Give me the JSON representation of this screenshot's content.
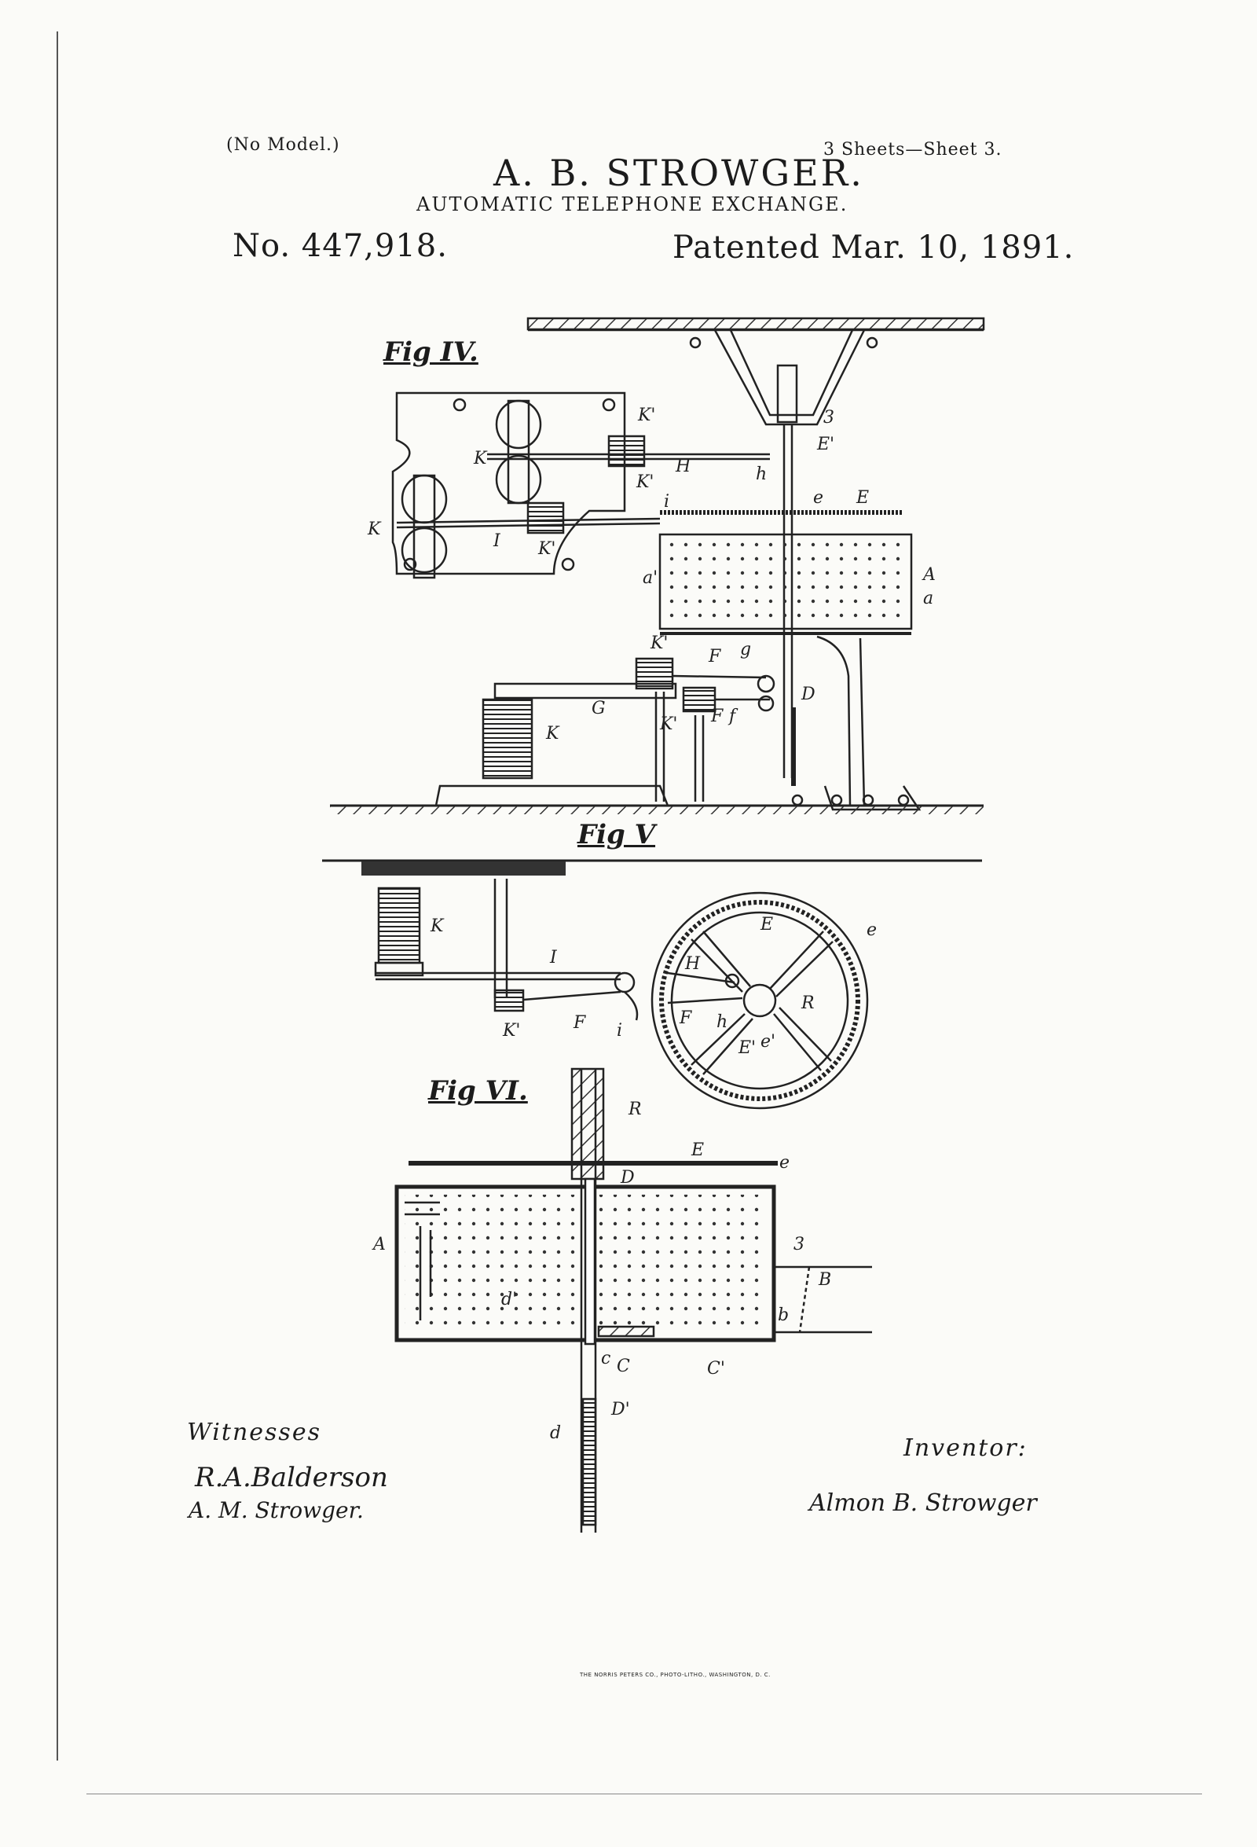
{
  "header": {
    "no_model": "(No Model.)",
    "sheets": "3 Sheets—Sheet 3.",
    "inventor_name": "A. B. STROWGER.",
    "title": "AUTOMATIC TELEPHONE EXCHANGE.",
    "patent_no": "No. 447,918.",
    "patented": "Patented Mar. 10, 1891."
  },
  "figures": {
    "fig4": {
      "label": "Fig IV.",
      "parts": [
        "K'",
        "K",
        "K'",
        "H",
        "h",
        "E'",
        "3",
        "K",
        "I",
        "K'",
        "i",
        "e",
        "E",
        "a'",
        "A",
        "a",
        "K'",
        "F",
        "g",
        "G",
        "K'",
        "F",
        "f",
        "D",
        "K"
      ]
    },
    "fig5": {
      "label": "Fig V",
      "parts": [
        "K",
        "I",
        "K'",
        "F",
        "i",
        "E",
        "e",
        "H",
        "F",
        "h",
        "R",
        "E'",
        "e'"
      ]
    },
    "fig6": {
      "label": "Fig VI.",
      "parts": [
        "R",
        "E",
        "e",
        "D",
        "A",
        "3",
        "B",
        "b",
        "d'",
        "c",
        "C",
        "C'",
        "D'",
        "d"
      ]
    }
  },
  "witnesses": {
    "label": "Witnesses",
    "sig1": "R.A.Balderson",
    "sig2": "A. M. Strowger."
  },
  "inventor": {
    "label": "Inventor:",
    "signature": "Almon B. Strowger"
  },
  "imprint": "THE NORRIS PETERS CO., PHOTO-LITHO., WASHINGTON, D. C."
}
